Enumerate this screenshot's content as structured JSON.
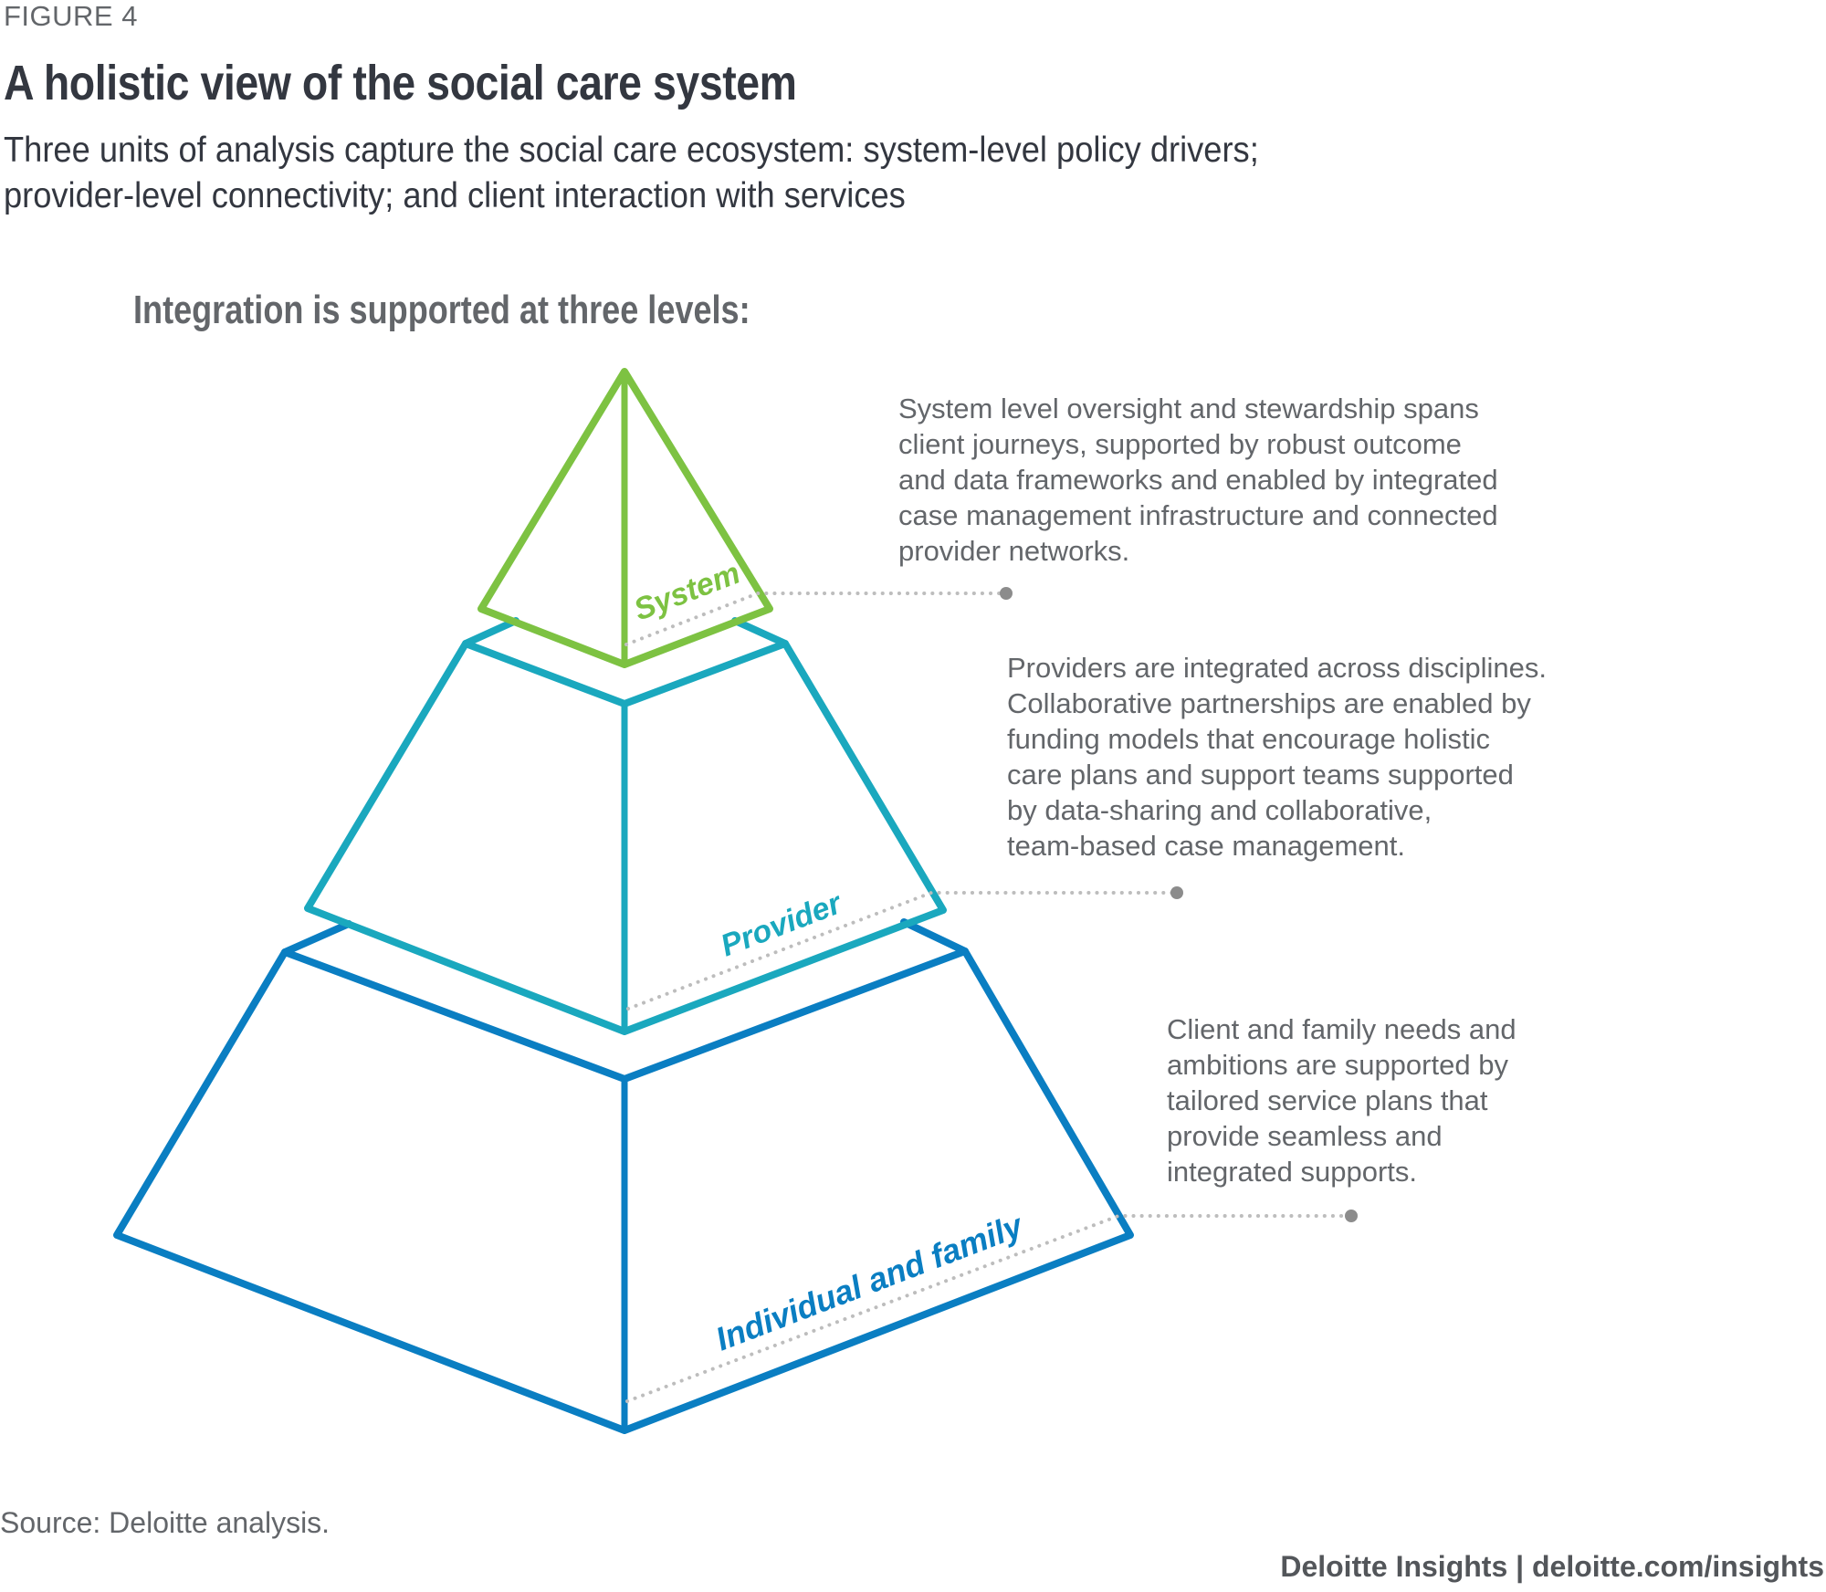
{
  "figure_label": "FIGURE 4",
  "title": "A holistic view of the social care system",
  "subtitle_lines": [
    "Three units of analysis capture the social care ecosystem: system-level policy drivers;",
    "provider-level connectivity; and client interaction with services"
  ],
  "section_heading": "Integration is supported at three levels:",
  "colors": {
    "system": "#7DC242",
    "provider": "#1AA8BE",
    "family": "#0A7EC2",
    "leader_line": "#BDBDBD",
    "leader_dot": "#8C8C8C",
    "text_dark": "#333740",
    "text_gray": "#63666A"
  },
  "levels": [
    {
      "id": "system",
      "label": "System",
      "description_lines": [
        "System level oversight and stewardship spans",
        "client journeys, supported by robust outcome",
        "and data frameworks and enabled by integrated",
        "case management infrastructure and connected",
        "provider networks."
      ]
    },
    {
      "id": "provider",
      "label": "Provider",
      "description_lines": [
        "Providers are integrated across disciplines.",
        "Collaborative partnerships are enabled by",
        "funding models that encourage holistic",
        "care plans and support teams supported",
        "by data-sharing and collaborative,",
        "team-based case management."
      ]
    },
    {
      "id": "family",
      "label": "Individual and family",
      "description_lines": [
        "Client and family needs and",
        "ambitions are supported by",
        "tailored service plans that",
        "provide seamless and",
        "integrated supports."
      ]
    }
  ],
  "footer": {
    "source": "Source: Deloitte analysis.",
    "credit": "Deloitte Insights | deloitte.com/insights"
  }
}
